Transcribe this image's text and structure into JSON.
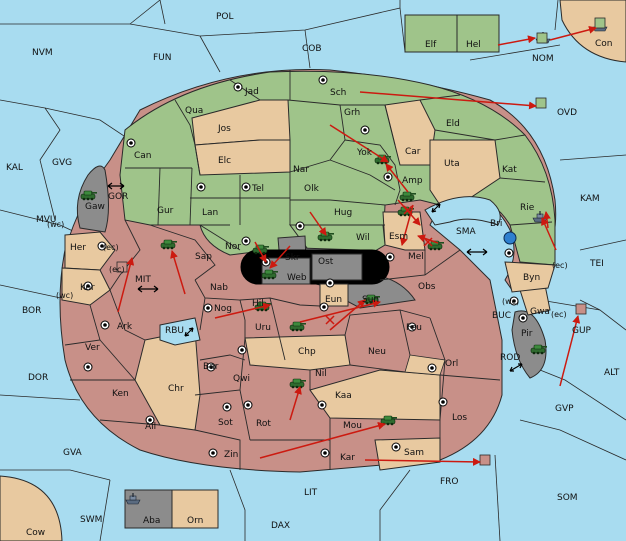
{
  "colors": {
    "sea": "#a8dcf0",
    "green": "#9fc48a",
    "tan": "#e8c9a0",
    "red": "#c89088",
    "gray": "#8c8c8c",
    "black": "#000000",
    "arrow": "#cc1a10",
    "border": "#2a2a2a"
  },
  "seas": {
    "pol": "POL",
    "nvm": "NVM",
    "fun": "FUN",
    "cob": "COB",
    "nom": "NOM",
    "con": "Con",
    "ovd": "OVD",
    "kal": "KAL",
    "gvg": "GVG",
    "gor": "GOR",
    "kam": "KAM",
    "mvu": "MVU",
    "sma": "SMA",
    "tei": "TEI",
    "mit": "MIT",
    "bor": "BOR",
    "rbu": "RBU",
    "buc": "BUC",
    "dor": "DOR",
    "alt": "ALT",
    "rod": "ROD",
    "gvp": "GVP",
    "gup": "GUP",
    "gva": "GVA",
    "fro": "FRO",
    "som": "SOM",
    "lit": "LIT",
    "swm": "SWM",
    "dax": "DAX",
    "cow": "Cow"
  },
  "provinces": {
    "elf": "Elf",
    "hel": "Hel",
    "jad": "Jad",
    "sch": "Sch",
    "qua": "Qua",
    "jos": "Jos",
    "grh": "Grh",
    "eld": "Eld",
    "can": "Can",
    "elc": "Elc",
    "nar": "Nar",
    "yok": "Yok",
    "car": "Car",
    "uta": "Uta",
    "kat": "Kat",
    "tel": "Tel",
    "olk": "Olk",
    "amp": "Amp",
    "gaw": "Gaw",
    "gur": "Gur",
    "lan": "Lan",
    "hug": "Hug",
    "rie": "Rie",
    "esm": "Esm",
    "bri": "Bri",
    "nor": "Nor",
    "skr": "Skr",
    "wil": "Wil",
    "her": "Her",
    "sap": "Sap",
    "ost": "Ost",
    "mel": "Mel",
    "web": "Web",
    "byn": "Byn",
    "kor": "Kor",
    "nab": "Nab",
    "eun": "Eun",
    "obs": "Obs",
    "hil": "Hil",
    "nog": "Nog",
    "sun": "Sun",
    "gwa": "Gwa",
    "ark": "Ark",
    "uru": "Uru",
    "feu": "Feu",
    "pir": "Pir",
    "ver": "Ver",
    "chp": "Chp",
    "neu": "Neu",
    "orl": "Orl",
    "bar": "Bar",
    "qwi": "Qwi",
    "chr": "Chr",
    "nil": "Nil",
    "ken": "Ken",
    "kaa": "Kaa",
    "sot": "Sot",
    "rot": "Rot",
    "ail": "Ail",
    "los": "Los",
    "mou": "Mou",
    "zin": "Zin",
    "kar": "Kar",
    "sam": "Sam",
    "aba": "Aba",
    "orn": "Orn"
  },
  "coast_notes": {
    "wc1": "(wc)",
    "ec1": "(ec)",
    "ec2": "(ec)",
    "wc2": "(wc)",
    "wc3": "(wc)",
    "ec3": "(ec)",
    "ec4": "(ec)"
  },
  "icons": {
    "army": "tank-icon",
    "fleet": "ship-icon",
    "supply": "supply-center-icon",
    "order": "move-arrow-icon",
    "cut": "cut-support-x-icon",
    "passage": "double-arrow-icon"
  }
}
